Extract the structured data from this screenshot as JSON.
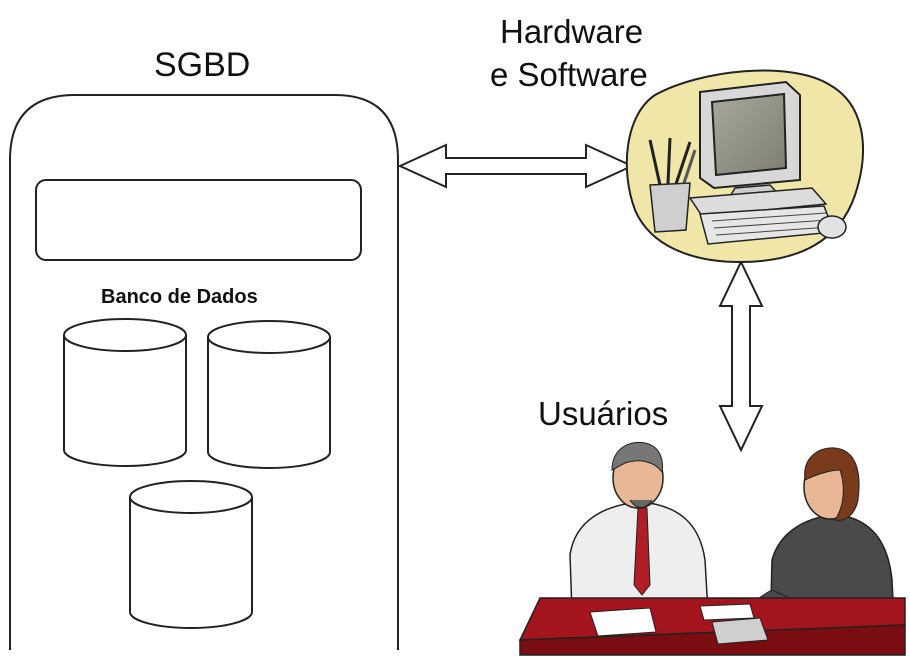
{
  "diagram": {
    "sgbd_label": "SGBD",
    "database_label": "Banco de Dados",
    "hardware_software_line1": "Hardware",
    "hardware_software_line2": "e Software",
    "users_label": "Usuários"
  },
  "colors": {
    "outline": "#222222",
    "computer_blob": "#efe6a8",
    "monitor_body": "#d8d8d8",
    "monitor_screen": "#8f8f83",
    "desk_top": "#a3141c",
    "desk_front": "#7a0d12",
    "shirt": "#eeeeee",
    "tie": "#b01d24",
    "jacket": "#4a4a4a",
    "hair_right": "#7a3b1c",
    "skin": "#e8b896"
  },
  "icons": [
    "computer-icon",
    "users-meeting-icon"
  ]
}
